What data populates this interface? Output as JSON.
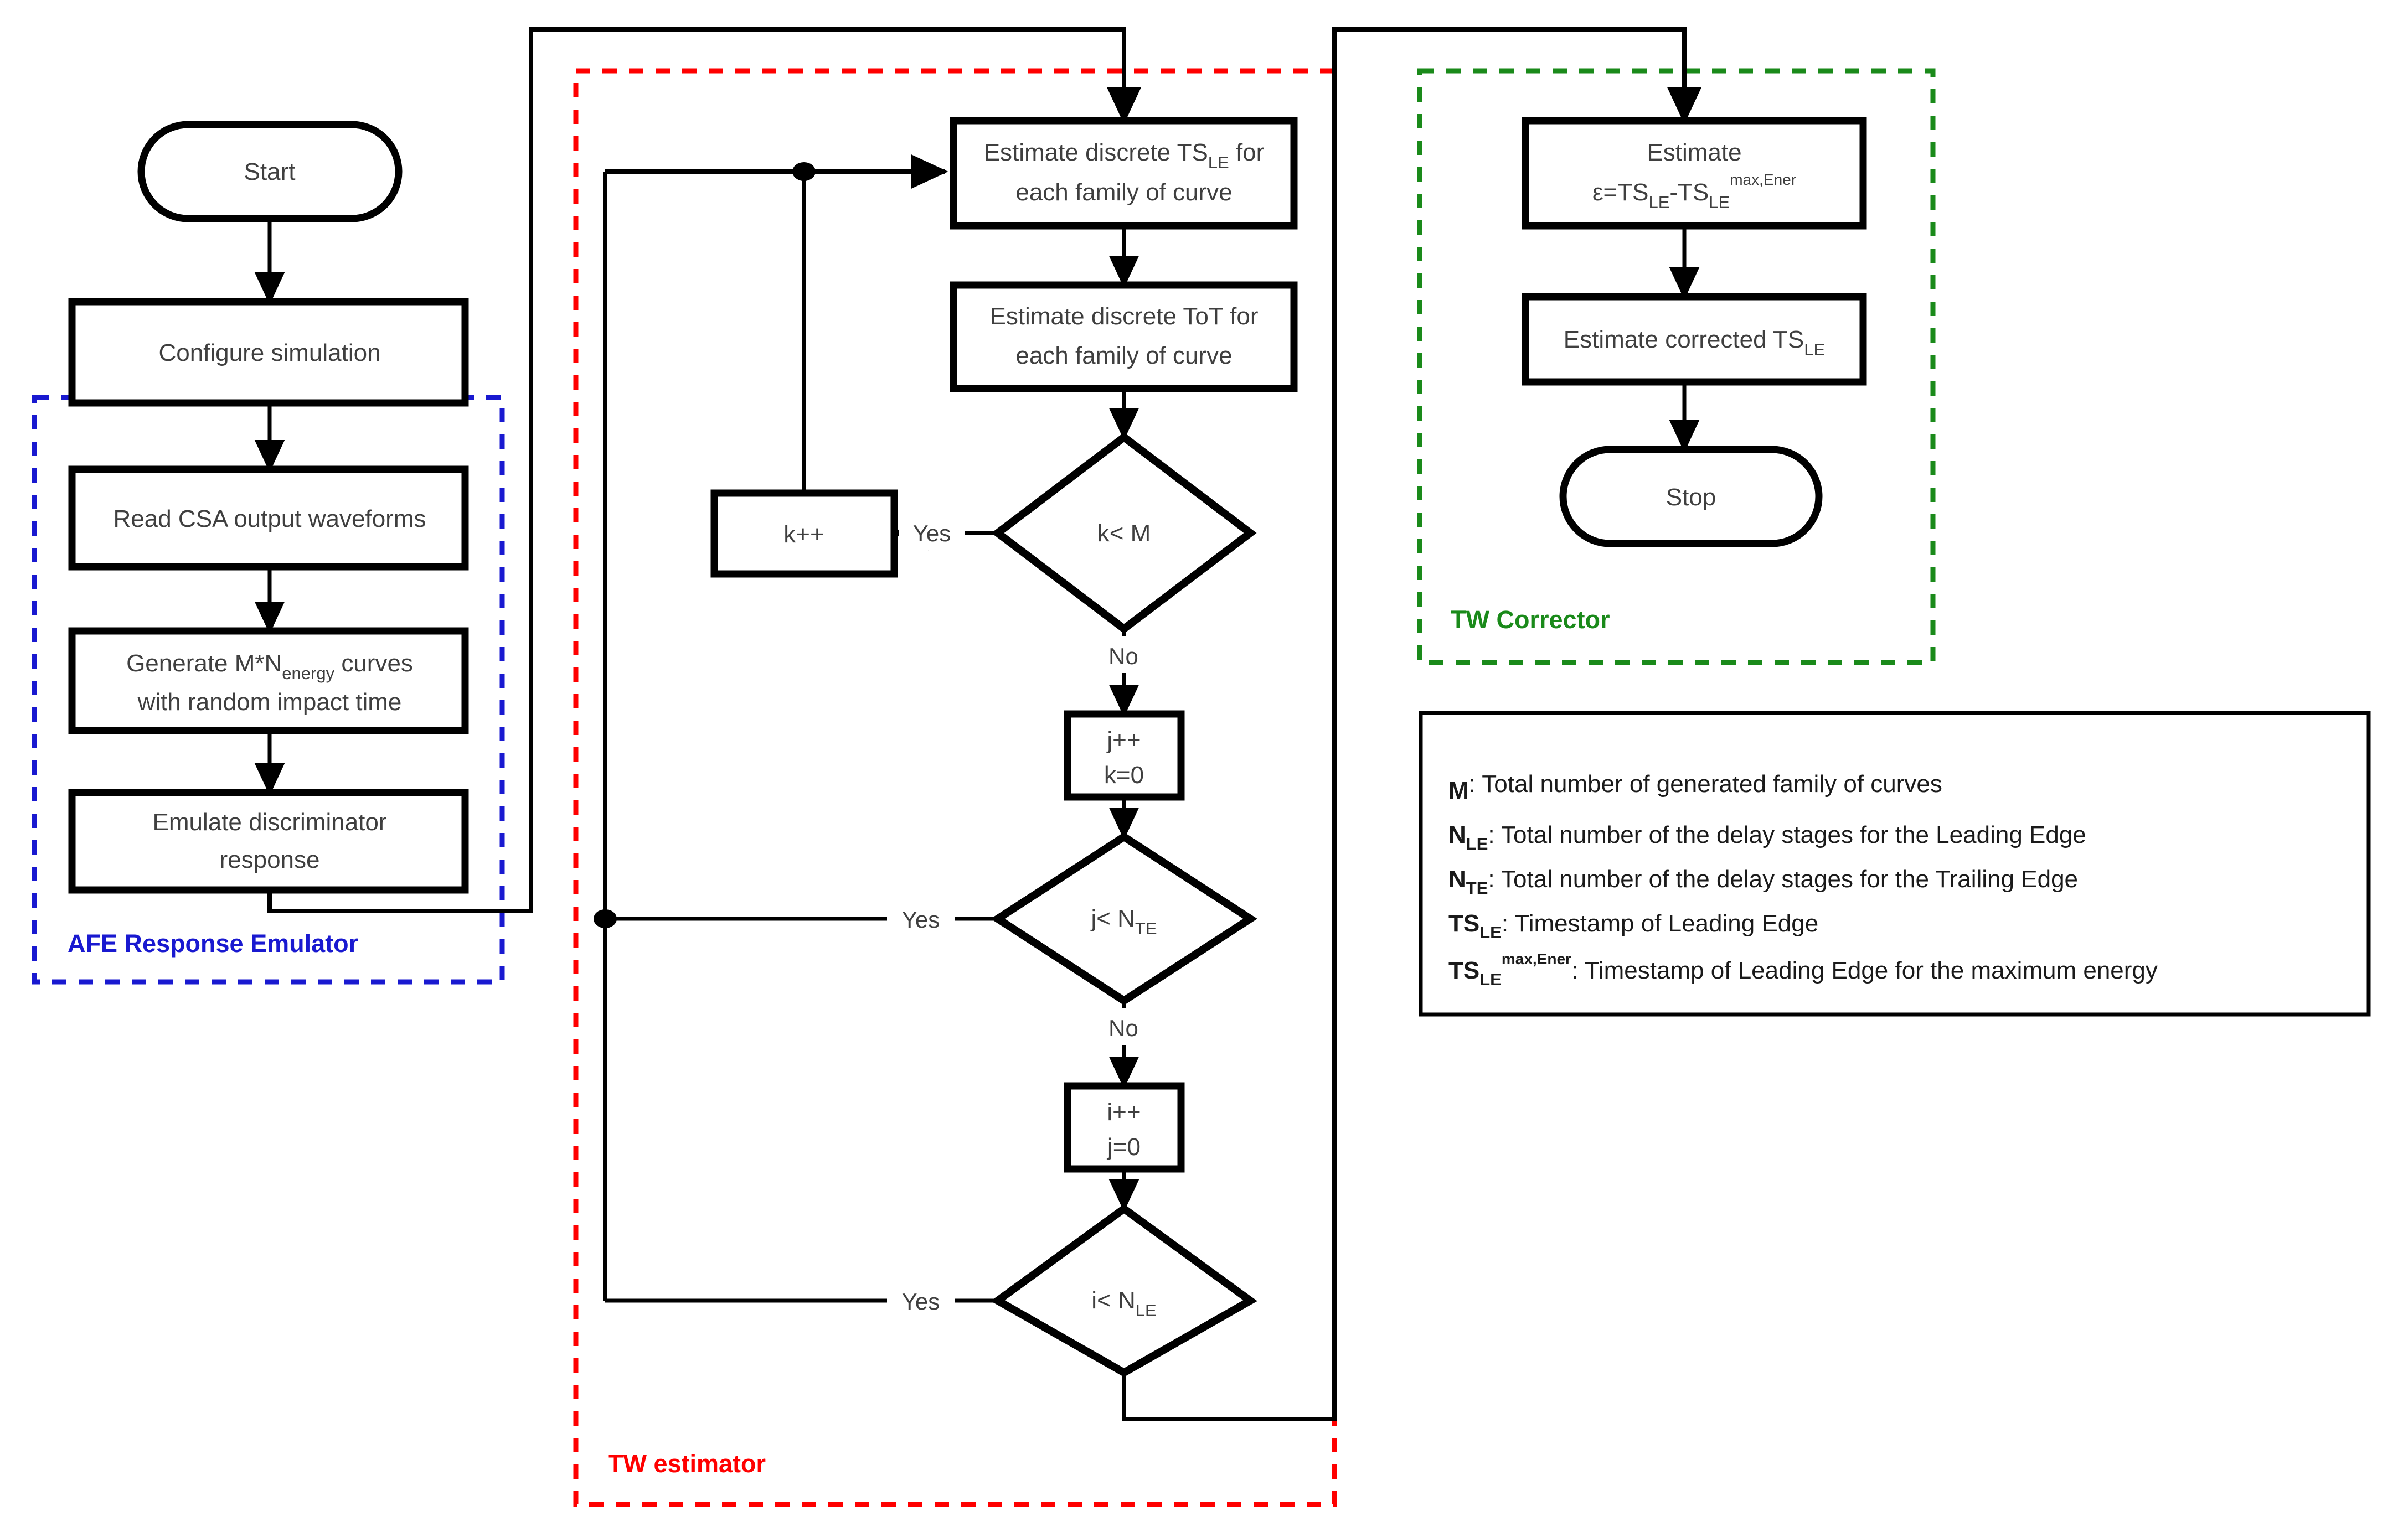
{
  "diagram": {
    "title": "Timewalk estimation and correction flowchart",
    "colors": {
      "afe_group": "#1919d0",
      "tw_estimator_group": "#ff0000",
      "tw_corrector_group": "#1a8a1a",
      "node_stroke": "#000000",
      "node_fill": "#ffffff",
      "node_text": "#3f3f3f",
      "legend_text": "#1a1a1a"
    },
    "groups": [
      {
        "id": "afe",
        "label": "AFE Response Emulator",
        "color": "#1919d0"
      },
      {
        "id": "twe",
        "label": "TW estimator",
        "color": "#ff0000"
      },
      {
        "id": "twc",
        "label": "TW Corrector",
        "color": "#1a8a1a"
      }
    ],
    "nodes": {
      "start": {
        "shape": "terminator",
        "text": "Start"
      },
      "configure": {
        "shape": "process",
        "text": "Configure simulation"
      },
      "read_csa": {
        "shape": "process",
        "text": "Read CSA output waveforms"
      },
      "generate": {
        "shape": "process",
        "line1_a": "Generate M*N",
        "line1_sub": "energy",
        "line1_b": " curves",
        "line2": "with random impact time"
      },
      "emulate": {
        "shape": "process",
        "line1": "Emulate discriminator",
        "line2": "response"
      },
      "est_tsle": {
        "shape": "process",
        "line1_a": "Estimate discrete TS",
        "line1_sub": "LE",
        "line1_b": " for",
        "line2": "each family of curve"
      },
      "est_tot": {
        "shape": "process",
        "line1": "Estimate discrete ToT for",
        "line2": "each family of curve"
      },
      "dec_k": {
        "shape": "decision",
        "text": "k< M"
      },
      "k_inc": {
        "shape": "process",
        "text": "k++"
      },
      "j_inc": {
        "shape": "process",
        "line1": "j++",
        "line2": "k=0"
      },
      "dec_j": {
        "shape": "decision",
        "text_a": "j< N",
        "text_sub": "TE"
      },
      "i_inc": {
        "shape": "process",
        "line1": "i++",
        "line2": "j=0"
      },
      "dec_i": {
        "shape": "decision",
        "text_a": "i< N",
        "text_sub": "LE"
      },
      "est_eps": {
        "shape": "process",
        "line1": "Estimate",
        "line2_a": "ε=TS",
        "line2_sub1": "LE",
        "line2_b": "-TS",
        "line2_sub2": "LE",
        "line2_sup": "max,Ener"
      },
      "est_corr": {
        "shape": "process",
        "line1_a": "Estimate corrected TS",
        "line1_sub": "LE"
      },
      "stop": {
        "shape": "terminator",
        "text": "Stop"
      }
    },
    "edge_labels": {
      "k_yes": "Yes",
      "k_no": "No",
      "j_yes": "Yes",
      "j_no": "No",
      "i_yes": "Yes"
    },
    "legend": [
      {
        "sym": "M",
        "sub": "",
        "sup": "",
        "desc": ": Total number of generated family of curves"
      },
      {
        "sym": "N",
        "sub": "LE",
        "sup": "",
        "desc": ": Total number of the delay stages for the Leading Edge"
      },
      {
        "sym": "N",
        "sub": "TE",
        "sup": "",
        "desc": ": Total number of the delay stages for the Trailing Edge"
      },
      {
        "sym": "TS",
        "sub": "LE",
        "sup": "",
        "desc": ": Timestamp of Leading Edge"
      },
      {
        "sym": "TS",
        "sub": "LE",
        "sup": "max,Ener",
        "desc": ": Timestamp of Leading Edge for the maximum energy"
      }
    ]
  }
}
